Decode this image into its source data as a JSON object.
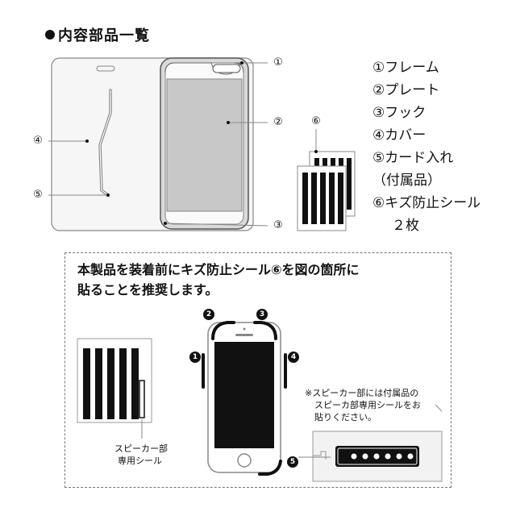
{
  "heading": "内容部品一覧",
  "legend": [
    "①フレーム",
    "②プレート",
    "③フック",
    "④カバー",
    "⑤カード入れ",
    "（付属品）",
    "⑥キズ防止シール",
    "２枚"
  ],
  "callouts": {
    "frame": "①",
    "plate": "②",
    "hook": "③",
    "cover": "④",
    "card": "⑤",
    "sticker": "⑥"
  },
  "instruction": {
    "line1": "本製品を装着前にキズ防止シール⑥を図の箇所に",
    "line2": "貼ることを推奨します。"
  },
  "placement_markers": [
    "1",
    "2",
    "3",
    "4",
    "5"
  ],
  "speaker_label": {
    "line1": "スピーカー部",
    "line2": "専用シール"
  },
  "note": {
    "line1": "※スピーカー部には付属品の",
    "line2": "スピーカ部専用シールをお",
    "line3": "貼りください。"
  }
}
